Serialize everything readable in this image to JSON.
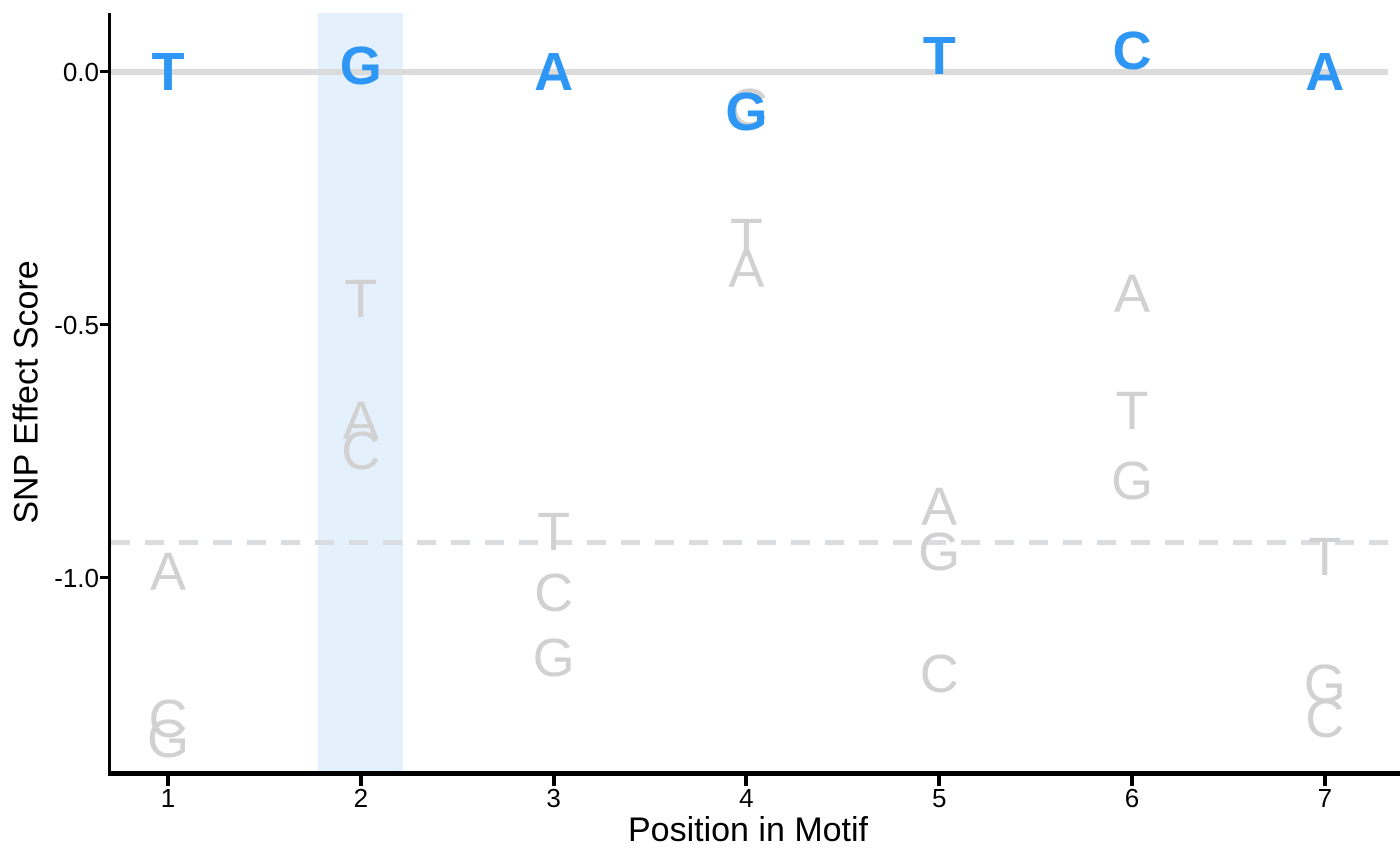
{
  "chart_data": {
    "type": "scatter",
    "variant": "snp-effect-letter-plot",
    "title": "",
    "xlabel": "Position in Motif",
    "ylabel": "SNP Effect Score",
    "xlim": [
      0.7,
      7.39
    ],
    "ylim": [
      -1.39,
      0.12
    ],
    "x_ticks": [
      1,
      2,
      3,
      4,
      5,
      6,
      7
    ],
    "y_ticks": [
      {
        "label": "0.0",
        "value": 0.0
      },
      {
        "label": "-0.5",
        "value": -0.5
      },
      {
        "label": "-1.0",
        "value": -1.0
      }
    ],
    "grid": false,
    "legend": false,
    "reference_line": {
      "y": 0.0,
      "style": "solid"
    },
    "threshold_line": {
      "y": -0.93,
      "style": "dashed"
    },
    "highlight_band": {
      "x_center": 2,
      "x_start": 1.78,
      "x_end": 2.22
    },
    "series": [
      {
        "name": "reference-base",
        "role": "reference",
        "color": "#2E96F4",
        "points": [
          {
            "pos": 1,
            "base": "T",
            "score": 0.0
          },
          {
            "pos": 2,
            "base": "G",
            "score": 0.01
          },
          {
            "pos": 3,
            "base": "A",
            "score": 0.0
          },
          {
            "pos": 4,
            "base": "G",
            "score": -0.08
          },
          {
            "pos": 5,
            "base": "T",
            "score": 0.03
          },
          {
            "pos": 6,
            "base": "C",
            "score": 0.04
          },
          {
            "pos": 7,
            "base": "A",
            "score": 0.0
          }
        ]
      },
      {
        "name": "alternate-base",
        "role": "alt",
        "color": "#D1D1D1",
        "points": [
          {
            "pos": 1,
            "base": "A",
            "score": -0.99
          },
          {
            "pos": 1,
            "base": "C",
            "score": -1.28
          },
          {
            "pos": 1,
            "base": "G",
            "score": -1.32
          },
          {
            "pos": 2,
            "base": "T",
            "score": -0.45
          },
          {
            "pos": 2,
            "base": "A",
            "score": -0.69
          },
          {
            "pos": 2,
            "base": "C",
            "score": -0.75
          },
          {
            "pos": 3,
            "base": "T",
            "score": -0.91
          },
          {
            "pos": 3,
            "base": "C",
            "score": -1.03
          },
          {
            "pos": 3,
            "base": "G",
            "score": -1.16
          },
          {
            "pos": 4,
            "base": "C",
            "score": -0.073,
            "dx": 2
          },
          {
            "pos": 4,
            "base": "T",
            "score": -0.33
          },
          {
            "pos": 4,
            "base": "A",
            "score": -0.39
          },
          {
            "pos": 5,
            "base": "A",
            "score": -0.86
          },
          {
            "pos": 5,
            "base": "G",
            "score": -0.95
          },
          {
            "pos": 5,
            "base": "C",
            "score": -1.19
          },
          {
            "pos": 6,
            "base": "A",
            "score": -0.44
          },
          {
            "pos": 6,
            "base": "T",
            "score": -0.67
          },
          {
            "pos": 6,
            "base": "G",
            "score": -0.81
          },
          {
            "pos": 7,
            "base": "T",
            "score": -0.96
          },
          {
            "pos": 7,
            "base": "G",
            "score": -1.21
          },
          {
            "pos": 7,
            "base": "C",
            "score": -1.28
          }
        ]
      }
    ],
    "colors": {
      "reference_letter": "#2E96F4",
      "alternate_letter": "#D1D1D1",
      "zero_line": "#DBDBDB",
      "threshold_line": "#D9DDE0",
      "highlight_band": "#E4F1FC",
      "axis": "#000000"
    }
  }
}
